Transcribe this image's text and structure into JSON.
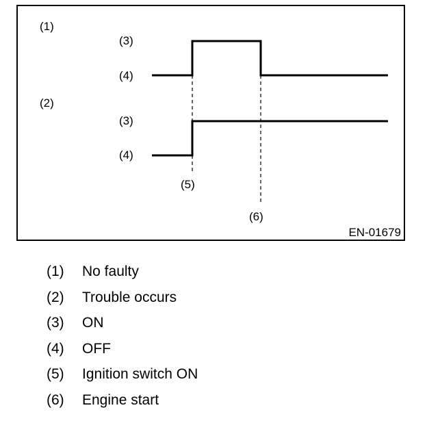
{
  "diagram": {
    "graph_labels": {
      "no_faulty": "(1)",
      "trouble": "(2)"
    },
    "level_labels": {
      "on": "(3)",
      "off": "(4)"
    },
    "event_labels": {
      "ignition": "(5)",
      "engine_start": "(6)"
    },
    "figure_id": "EN-01679"
  },
  "legend": [
    {
      "num": "(1)",
      "text": "No faulty"
    },
    {
      "num": "(2)",
      "text": "Trouble occurs"
    },
    {
      "num": "(3)",
      "text": "ON"
    },
    {
      "num": "(4)",
      "text": "OFF"
    },
    {
      "num": "(5)",
      "text": "Ignition switch ON"
    },
    {
      "num": "(6)",
      "text": "Engine start"
    }
  ]
}
